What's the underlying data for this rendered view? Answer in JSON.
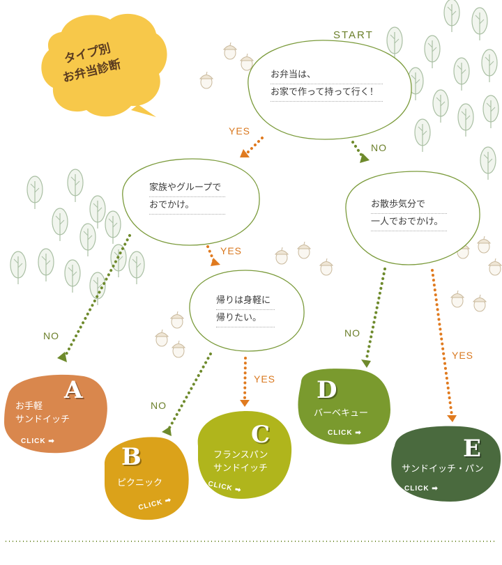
{
  "badge": {
    "line1": "タイプ別",
    "line2": "お弁当診断"
  },
  "start_label": "START",
  "questions": {
    "q1": {
      "line1": "お弁当は、",
      "line2": "お家で作って持って行く！"
    },
    "q2": {
      "line1": "家族やグループで",
      "line2": "おでかけ。"
    },
    "q3": {
      "line1": "お散歩気分で",
      "line2": "一人でおでかけ。"
    },
    "q4": {
      "line1": "帰りは身軽に",
      "line2": "帰りたい。"
    }
  },
  "answers": {
    "yes": "YES",
    "no": "NO"
  },
  "results": {
    "a": {
      "letter": "A",
      "line1": "お手軽",
      "line2": "サンドイッチ",
      "click": "CLICK",
      "color": "#d9874d"
    },
    "b": {
      "letter": "B",
      "line1": "ピクニック",
      "click": "CLICK",
      "color": "#dba21a"
    },
    "c": {
      "letter": "C",
      "line1": "フランスパン",
      "line2": "サンドイッチ",
      "click": "CLICK",
      "color": "#b0b51c"
    },
    "d": {
      "letter": "D",
      "line1": "バーベキュー",
      "click": "CLICK",
      "color": "#7a9a2e"
    },
    "e": {
      "letter": "E",
      "line1": "サンドイッチ・パン",
      "click": "CLICK",
      "color": "#4a6a3e"
    }
  },
  "colors": {
    "yes_arrow": "#e07a1f",
    "no_arrow": "#6e8a2c",
    "bubble_stroke": "#7a9a3a",
    "badge_fill": "#f7c84a"
  }
}
